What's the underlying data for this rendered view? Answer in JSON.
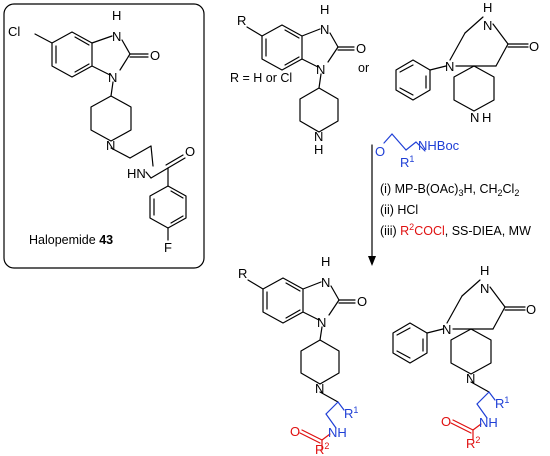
{
  "halopemide": {
    "name": "Halopemide",
    "number": "43",
    "atoms": {
      "cl": "Cl",
      "nh1": "H",
      "n_top": "N",
      "o_urea": "O",
      "n_bot": "N",
      "n_pip": "N",
      "hn": "HN",
      "o_amide": "O",
      "f": "F"
    }
  },
  "start1": {
    "r": "R",
    "atoms": {
      "h": "H",
      "n1": "N",
      "o": "O",
      "n2": "N",
      "nh": "N",
      "nh_h": "H"
    }
  },
  "or_label": "or",
  "r_def": "R = H or Cl",
  "start2": {
    "atoms": {
      "h": "H",
      "n1": "N",
      "o": "O",
      "n2": "N",
      "nh": "N",
      "nh_h": "H"
    }
  },
  "reagent": {
    "o": "O",
    "nhboc": "NHBoc",
    "r1": "R",
    "r1_sup": "1"
  },
  "conditions": {
    "step1_prefix": "(i) MP-B(OAc)",
    "step1_sub1": "3",
    "step1_mid": "H, CH",
    "step1_sub2": "2",
    "step1_mid2": "Cl",
    "step1_sub3": "2",
    "step2": "(ii) HCl",
    "step3_prefix": "(iii) ",
    "step3_r": "R",
    "step3_r_sup": "2",
    "step3_cocl": "COCl",
    "step3_rest": ", SS-DIEA, MW"
  },
  "product1": {
    "r": "R",
    "atoms": {
      "h": "H",
      "n1": "N",
      "o": "O",
      "n2": "N",
      "n_pip": "N",
      "r1": "R",
      "r1_sup": "1",
      "nh": "NH",
      "o_amide": "O",
      "r2": "R",
      "r2_sup": "2"
    }
  },
  "product2": {
    "atoms": {
      "h": "H",
      "n1": "N",
      "o": "O",
      "n2": "N",
      "n_pip": "N",
      "r1": "R",
      "r1_sup": "1",
      "nh": "NH",
      "o_amide": "O",
      "r2": "R",
      "r2_sup": "2"
    }
  }
}
